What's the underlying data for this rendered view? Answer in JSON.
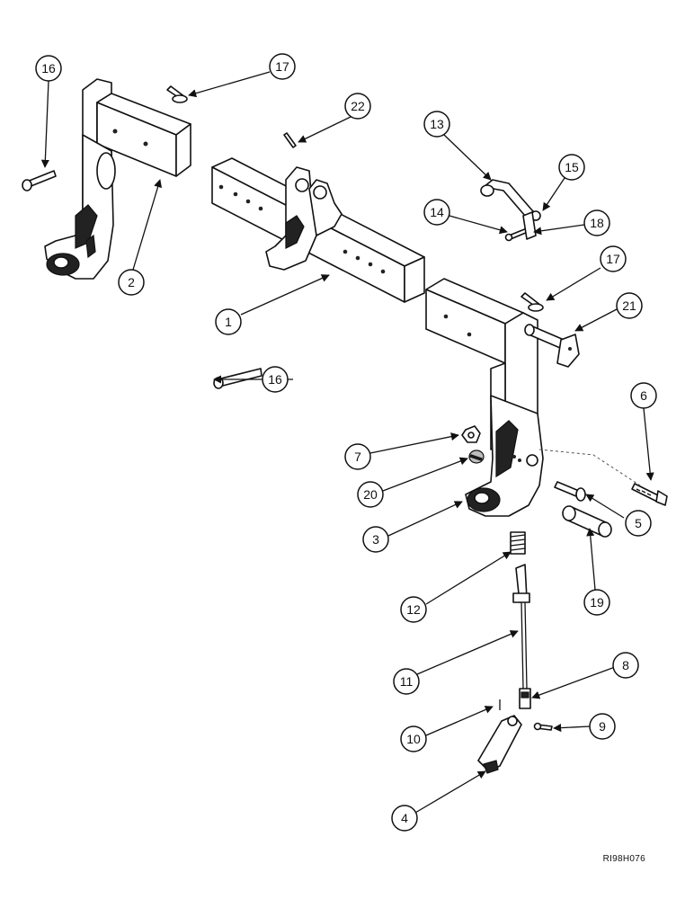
{
  "callouts": [
    {
      "label": "16"
    },
    {
      "label": "17"
    },
    {
      "label": "22"
    },
    {
      "label": "2"
    },
    {
      "label": "1"
    },
    {
      "label": "13"
    },
    {
      "label": "15"
    },
    {
      "label": "14"
    },
    {
      "label": "18"
    },
    {
      "label": "17"
    },
    {
      "label": "21"
    },
    {
      "label": "16"
    },
    {
      "label": "6"
    },
    {
      "label": "7"
    },
    {
      "label": "20"
    },
    {
      "label": "5"
    },
    {
      "label": "3"
    },
    {
      "label": "19"
    },
    {
      "label": "12"
    },
    {
      "label": "11"
    },
    {
      "label": "8"
    },
    {
      "label": "10"
    },
    {
      "label": "9"
    },
    {
      "label": "4"
    }
  ],
  "reference_code": "RI98H076"
}
